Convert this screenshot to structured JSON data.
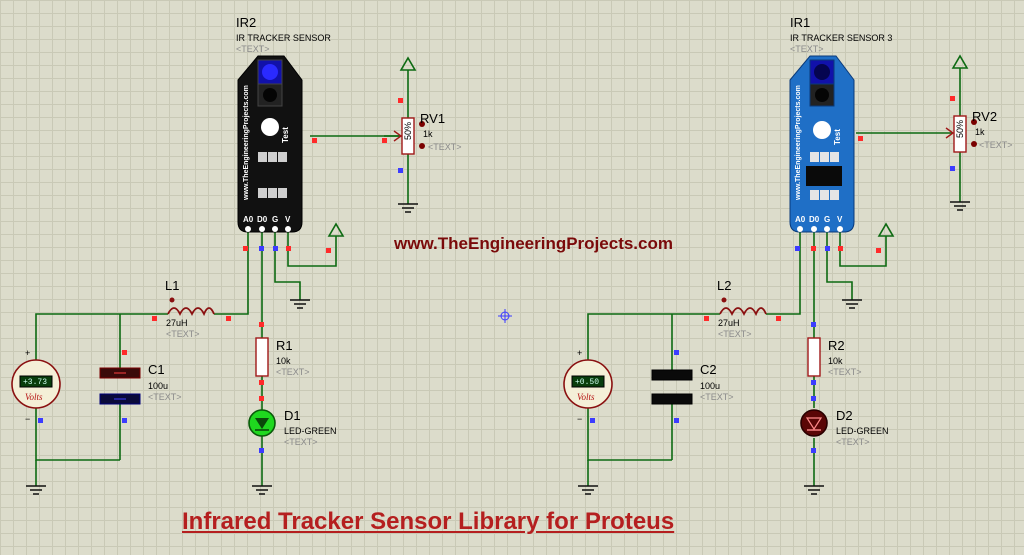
{
  "website": "www.TheEngineeringProjects.com",
  "caption": "Infrared Tracker Sensor Library for Proteus",
  "colors": {
    "wire": "#0d6a12",
    "sensor_left": "#111111",
    "sensor_right": "#1f6fc6",
    "caption": "#b51f1f",
    "website": "#7a0a0a",
    "pin_red": "#ff2a2a",
    "pin_blue": "#3c3cff"
  },
  "left": {
    "sensor": {
      "ref": "IR2",
      "name": "IR TRACKER SENSOR",
      "text": "<TEXT>",
      "test": "Test",
      "brand": "www.TheEngineeringProjects.com",
      "pins": [
        "A0",
        "D0",
        "G",
        "V"
      ]
    },
    "pot": {
      "ref": "RV1",
      "value": "1k",
      "text": "<TEXT>",
      "percent": "50%"
    },
    "inductor": {
      "ref": "L1",
      "value": "27uH",
      "text": "<TEXT>"
    },
    "cap": {
      "ref": "C1",
      "value": "100u",
      "text": "<TEXT>"
    },
    "meter": {
      "reading": "+3.73",
      "unit": "Volts",
      "plus": "+",
      "minus": "−"
    },
    "resistor": {
      "ref": "R1",
      "value": "10k",
      "text": "<TEXT>"
    },
    "led": {
      "ref": "D1",
      "type": "LED-GREEN",
      "text": "<TEXT>"
    }
  },
  "right": {
    "sensor": {
      "ref": "IR1",
      "name": "IR TRACKER SENSOR 3",
      "text": "<TEXT>",
      "test": "Test",
      "brand": "www.TheEngineeringProjects.com",
      "pins": [
        "A0",
        "D0",
        "G",
        "V"
      ]
    },
    "pot": {
      "ref": "RV2",
      "value": "1k",
      "text": "<TEXT>",
      "percent": "50%"
    },
    "inductor": {
      "ref": "L2",
      "value": "27uH",
      "text": "<TEXT>"
    },
    "cap": {
      "ref": "C2",
      "value": "100u",
      "text": "<TEXT>"
    },
    "meter": {
      "reading": "+0.50",
      "unit": "Volts",
      "plus": "+",
      "minus": "−"
    },
    "resistor": {
      "ref": "R2",
      "value": "10k",
      "text": "<TEXT>"
    },
    "led": {
      "ref": "D2",
      "type": "LED-GREEN",
      "text": "<TEXT>"
    }
  }
}
